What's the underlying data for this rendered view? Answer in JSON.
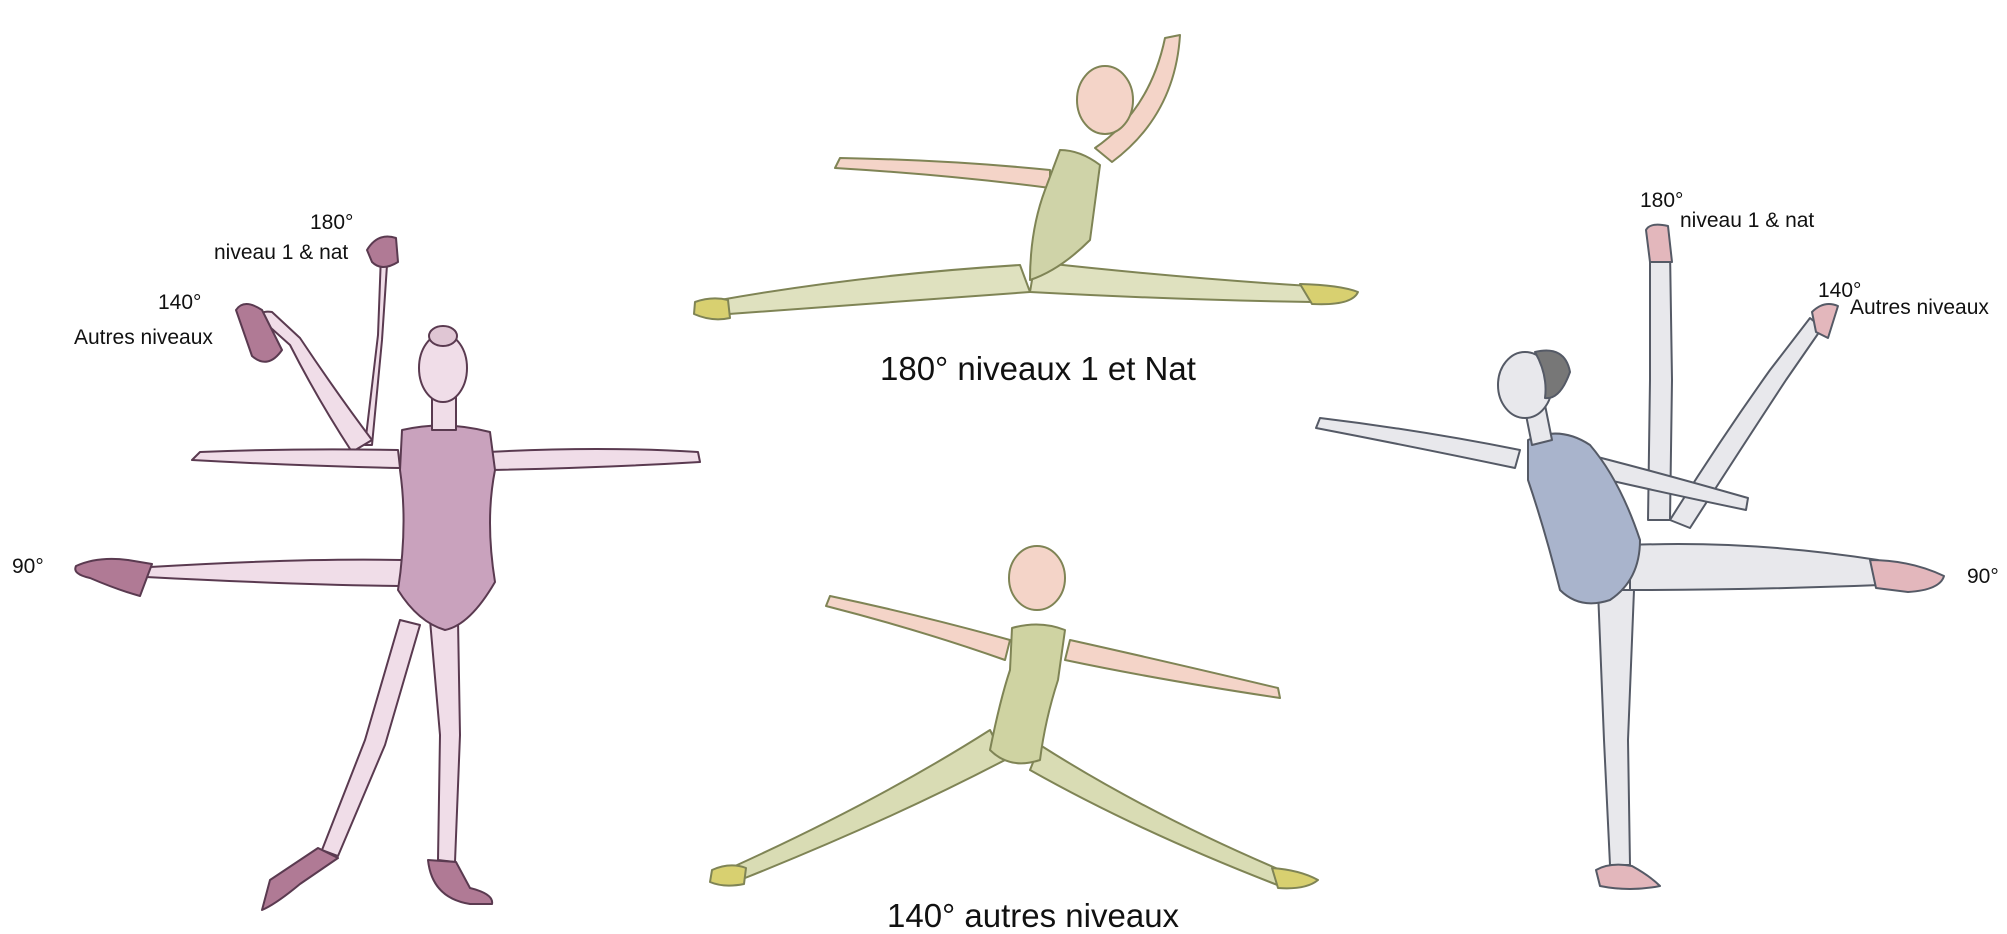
{
  "left_figure": {
    "labels": {
      "deg_180": "180°",
      "level_180": "niveau 1 & nat",
      "deg_140": "140°",
      "level_140": "Autres niveaux",
      "deg_90": "90°"
    },
    "colors": {
      "leotard": "#c9a2bd",
      "tights": "#f0dde8",
      "outline": "#5a3a50",
      "shoe": "#b07a95"
    }
  },
  "top_leap": {
    "caption": "180° niveaux 1 et Nat",
    "colors": {
      "leotard": "#cfd3a8",
      "tights": "#dfe1bf",
      "outline": "#7f8455",
      "shoe": "#d8d070",
      "arms": "#f4d4c8"
    }
  },
  "bottom_leap": {
    "caption": "140° autres niveaux",
    "colors": {
      "leotard": "#cfd3a2",
      "tights": "#d9dcb4",
      "outline": "#7f8455",
      "shoe": "#d8d070",
      "arms": "#f4d4c8"
    }
  },
  "right_figure": {
    "labels": {
      "deg_180": "180°",
      "level_180": "niveau 1 & nat",
      "deg_140": "140°",
      "level_140": "Autres niveaux",
      "deg_90": "90°"
    },
    "colors": {
      "leotard": "#a9b4cc",
      "tights": "#e8e8ec",
      "outline": "#555a66",
      "shoe": "#e3b7bc",
      "hair": "#777777"
    }
  }
}
